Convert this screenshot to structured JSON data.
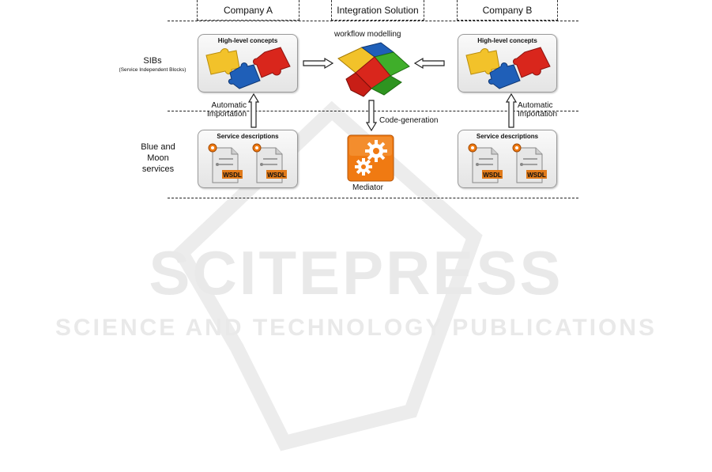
{
  "columns": {
    "company_a": "Company A",
    "integration": "Integration Solution",
    "company_b": "Company B"
  },
  "rows": {
    "sibs": "SIBs",
    "sibs_sub": "(Service Independent Blocks)",
    "services_line1": "Blue and",
    "services_line2": "Moon",
    "services_line3": "services"
  },
  "panels": {
    "high_level": "High-level concepts",
    "service_desc": "Service descriptions"
  },
  "labels": {
    "workflow": "workflow modelling",
    "automatic": "Automatic",
    "importation": "Importation",
    "code_generation": "Code-generation",
    "mediator": "Mediator",
    "wsdl": "WSDL"
  },
  "watermark": {
    "line1": "SCITEPRESS",
    "line2": "SCIENCE AND TECHNOLOGY PUBLICATIONS"
  },
  "colors": {
    "puzzle_yellow": "#f2c22a",
    "puzzle_red": "#d9261c",
    "puzzle_blue": "#1f5fb8",
    "puzzle_green": "#3fae2a",
    "mediator_orange": "#f07a12",
    "wsdl_badge": "#e07a1a"
  }
}
